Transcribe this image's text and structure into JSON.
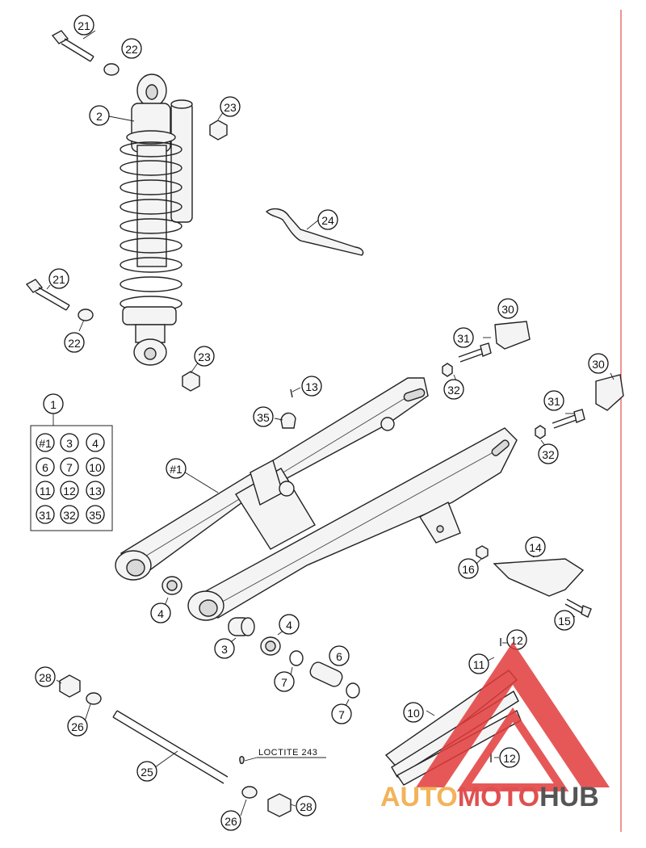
{
  "callouts": [
    {
      "id": "c21a",
      "label": "21"
    },
    {
      "id": "c22a",
      "label": "22"
    },
    {
      "id": "c2",
      "label": "2"
    },
    {
      "id": "c23a",
      "label": "23"
    },
    {
      "id": "c24",
      "label": "24"
    },
    {
      "id": "c21b",
      "label": "21"
    },
    {
      "id": "c22b",
      "label": "22"
    },
    {
      "id": "c23b",
      "label": "23"
    },
    {
      "id": "c30a",
      "label": "30"
    },
    {
      "id": "c31a",
      "label": "31"
    },
    {
      "id": "c32a",
      "label": "32"
    },
    {
      "id": "c13",
      "label": "13"
    },
    {
      "id": "c35",
      "label": "35"
    },
    {
      "id": "c30b",
      "label": "30"
    },
    {
      "id": "c31b",
      "label": "31"
    },
    {
      "id": "c32b",
      "label": "32"
    },
    {
      "id": "c1",
      "label": "1"
    },
    {
      "id": "c1hash",
      "label": "#1"
    },
    {
      "id": "c14",
      "label": "14"
    },
    {
      "id": "c16",
      "label": "16"
    },
    {
      "id": "c15",
      "label": "15"
    },
    {
      "id": "c4a",
      "label": "4"
    },
    {
      "id": "c3",
      "label": "3"
    },
    {
      "id": "c4b",
      "label": "4"
    },
    {
      "id": "c6",
      "label": "6"
    },
    {
      "id": "c7a",
      "label": "7"
    },
    {
      "id": "c7b",
      "label": "7"
    },
    {
      "id": "c12a",
      "label": "12"
    },
    {
      "id": "c11",
      "label": "11"
    },
    {
      "id": "c10",
      "label": "10"
    },
    {
      "id": "c12b",
      "label": "12"
    },
    {
      "id": "c28a",
      "label": "28"
    },
    {
      "id": "c26a",
      "label": "26"
    },
    {
      "id": "c25",
      "label": "25"
    },
    {
      "id": "c26b",
      "label": "26"
    },
    {
      "id": "c28b",
      "label": "28"
    }
  ],
  "kit_box": [
    "#1",
    "3",
    "4",
    "6",
    "7",
    "10",
    "11",
    "12",
    "13",
    "31",
    "32",
    "35"
  ],
  "note": "LOCTITE 243",
  "watermark": {
    "part1": "AUTO",
    "part2": "MOTO",
    "part3": "HUB",
    "color1": "#f2b35a",
    "color2": "#e05050",
    "color3": "#555555"
  },
  "colors": {
    "margin_line": "#e05a5a",
    "watermark_triangle": "#e23b3b"
  }
}
